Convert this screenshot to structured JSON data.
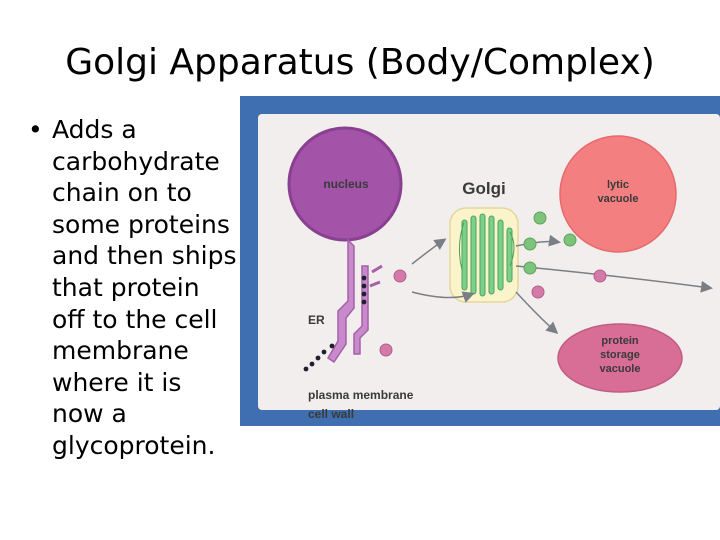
{
  "slide": {
    "title": "Golgi Apparatus (Body/Complex)",
    "bullet_symbol": "•",
    "bullet_lines": [
      "Adds a",
      "carbohydrate",
      "chain on to",
      "some proteins",
      "and then ships",
      "that protein",
      "off to the cell",
      "membrane",
      "where it is",
      "now a",
      "glycoprotein."
    ]
  },
  "figure": {
    "labels": {
      "nucleus": "nucleus",
      "golgi": "Golgi",
      "lytic_vacuole_1": "lytic",
      "lytic_vacuole_2": "vacuole",
      "er": "ER",
      "protein_storage_1": "protein",
      "protein_storage_2": "storage",
      "protein_storage_3": "vacuole",
      "plasma_membrane": "plasma membrane",
      "cell_wall": "cell wall"
    },
    "colors": {
      "frame": "#3f6fb0",
      "panel": "#f2eeee",
      "nucleus": "#a354a8",
      "er": "#c98acb",
      "golgi_bg": "#fbf3c9",
      "golgi_stack": "#7dd08c",
      "lytic_vacuole": "#f37f80",
      "storage_vacuole": "#d86e96",
      "vesicle_green": "#7dc37c",
      "vesicle_pink": "#d37aa8",
      "arrow": "#7a7f86"
    }
  }
}
